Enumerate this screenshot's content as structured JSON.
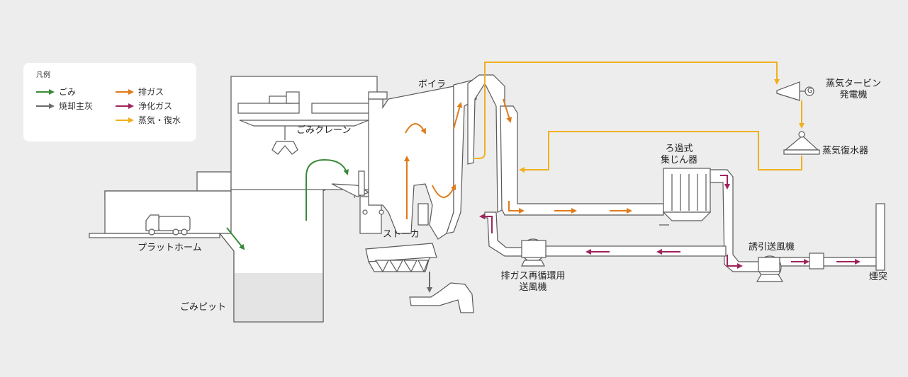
{
  "legend": {
    "title": "凡例",
    "items": [
      {
        "label": "ごみ",
        "color": "#3a8a3a"
      },
      {
        "label": "焼却主灰",
        "color": "#6b6b6b"
      },
      {
        "label": "排ガス",
        "color": "#e07b1a"
      },
      {
        "label": "浄化ガス",
        "color": "#a0245c"
      },
      {
        "label": "蒸気・復水",
        "color": "#f0b020"
      }
    ]
  },
  "labels": {
    "boiler": "ボイラ",
    "turbine_line1": "蒸気タービン",
    "turbine_line2": "発電機",
    "crane": "ごみクレーン",
    "condenser": "蒸気復水器",
    "filter_line1": "ろ過式",
    "filter_line2": "集じん器",
    "stoker": "ストーカ",
    "platform": "プラットホーム",
    "pit": "ごみピット",
    "recirc_line1": "排ガス再循環用",
    "recirc_line2": "送風機",
    "induced_fan": "誘引送風機",
    "chimney": "煙突",
    "generator_symbol": "G"
  },
  "colors": {
    "background": "#ededed",
    "outline": "#5a5a5a",
    "waste": "#3a8a3a",
    "ash": "#6b6b6b",
    "exhaust": "#e07b1a",
    "clean_gas": "#a0245c",
    "steam": "#f0b020"
  }
}
